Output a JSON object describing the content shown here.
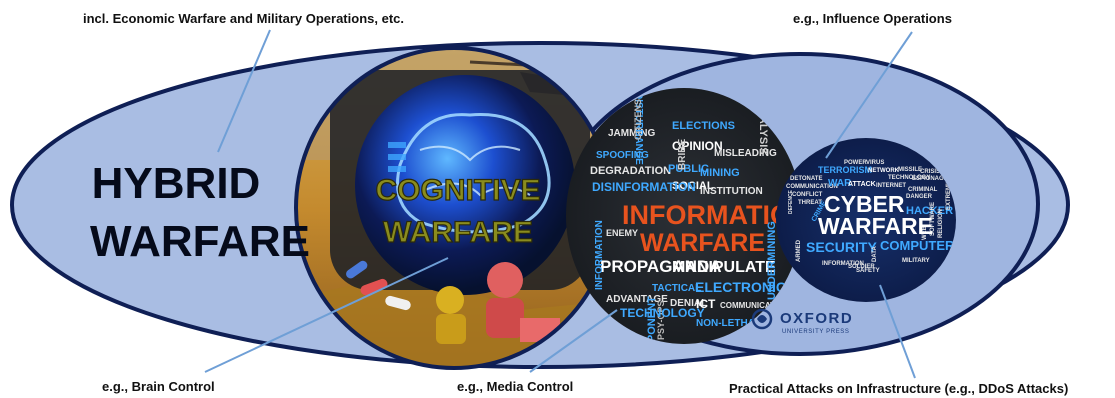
{
  "annotations": {
    "top_left": "incl. Economic Warfare and Military Operations, etc.",
    "top_right": "e.g., Influence Operations",
    "bottom_left": "e.g., Brain Control",
    "bottom_center": "e.g., Media Control",
    "bottom_right": "Practical Attacks on Infrastructure (e.g., DDoS Attacks)"
  },
  "hybrid": {
    "line1": "HYBRID",
    "line2": "WARFARE"
  },
  "cognitive": {
    "line1": "COGNITIVE",
    "line2": "WARFARE"
  },
  "information": {
    "title1": "INFORMATION",
    "title2": "WARFARE",
    "words": [
      "JAMMING",
      "ELECTIONS",
      "OPINION",
      "MISLEADING",
      "ANALYSIS",
      "DISTURBANCE",
      "DEGRADATION",
      "CITIZENS",
      "PUBLIC",
      "SOCIAL",
      "BRIBE",
      "MINING",
      "INSTITUTION",
      "DISINFORMATION",
      "SPOOFING",
      "ENEMY",
      "PROPAGANDA",
      "MANIPULATE",
      "ELECTRONIC",
      "TACTICAL",
      "DENIAL",
      "ADVANTAGE",
      "ICT",
      "COMMUNICATION",
      "PSY-OPS",
      "OPPONENT",
      "UNDERMINING",
      "INFORMATION",
      "NON-LETHAL",
      "TECHNOLOGY"
    ]
  },
  "cyber": {
    "title1": "CYBER",
    "title2": "WARFARE",
    "words": [
      "POWER",
      "VIRUS",
      "TERRORISM",
      "NETWORK",
      "MISSILE",
      "CRISIS",
      "DETONATE",
      "TECHNOLOGY",
      "ESPIONAGE",
      "COMMUNICATION",
      "WAR",
      "ATTACK",
      "INTERNET",
      "CONFLICT",
      "CRIMINAL",
      "THREAT",
      "DANGER",
      "HACKER",
      "CRIME",
      "DEFENCE",
      "SECURITY",
      "COMPUTER",
      "ARMED",
      "INFORMATION",
      "MILITARY",
      "SAFETY",
      "SOLDIER",
      "DATA",
      "WEB",
      "SOFTWARE",
      "RELIGION",
      "EXTREMIST"
    ]
  },
  "publisher": {
    "name": "OXFORD",
    "sub": "UNIVERSITY PRESS"
  }
}
